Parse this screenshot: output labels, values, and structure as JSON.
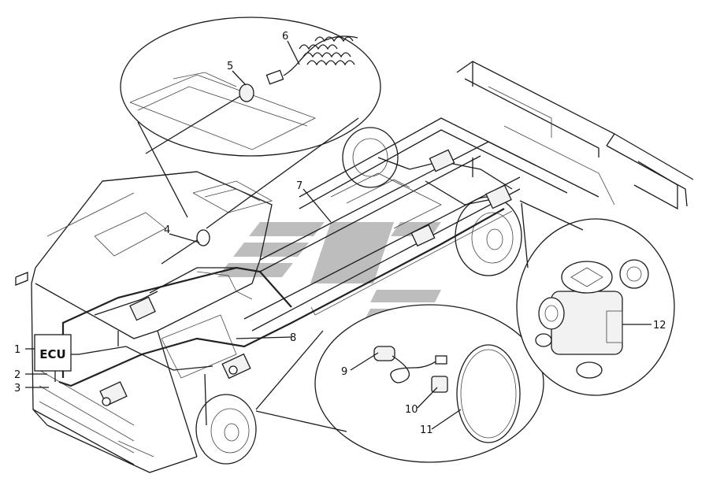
{
  "diagram": {
    "ecu_box_text": "ECU",
    "callouts": [
      {
        "id": "1",
        "label": "1"
      },
      {
        "id": "2",
        "label": "2"
      },
      {
        "id": "3",
        "label": "3"
      },
      {
        "id": "4",
        "label": "4"
      },
      {
        "id": "5",
        "label": "5"
      },
      {
        "id": "6",
        "label": "6"
      },
      {
        "id": "7",
        "label": "7"
      },
      {
        "id": "8",
        "label": "8"
      },
      {
        "id": "9",
        "label": "9"
      },
      {
        "id": "10",
        "label": "10"
      },
      {
        "id": "11",
        "label": "11"
      },
      {
        "id": "12",
        "label": "12"
      }
    ]
  }
}
